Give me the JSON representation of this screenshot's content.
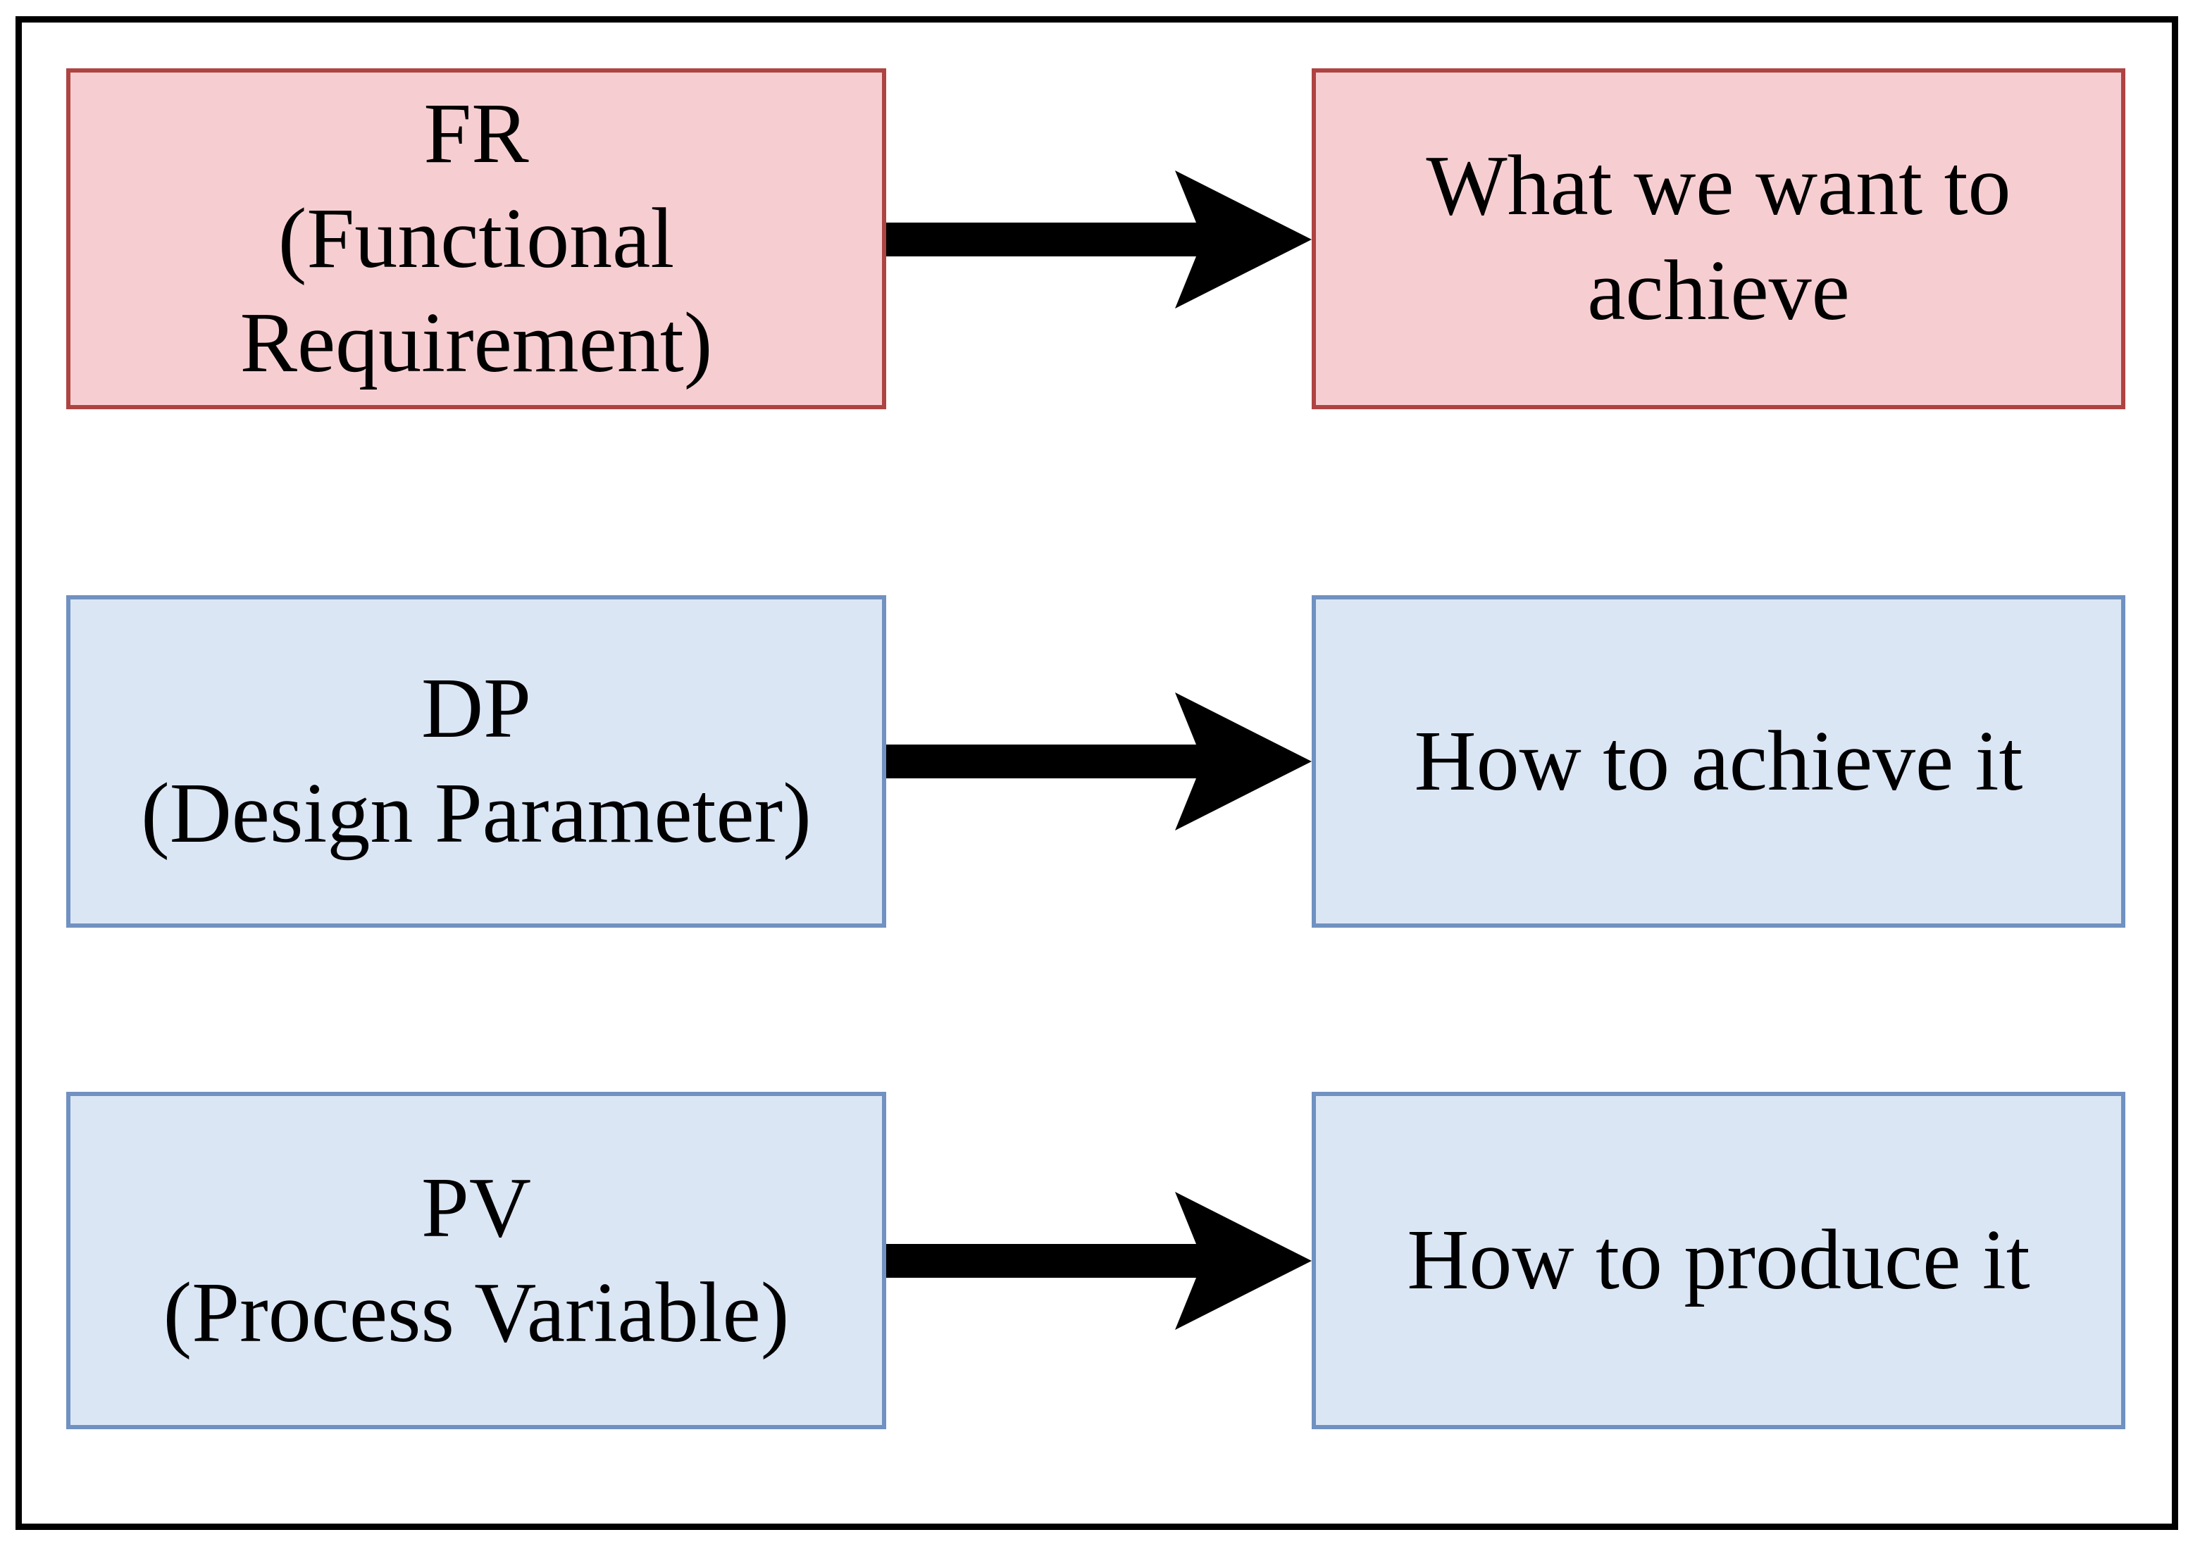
{
  "diagram": {
    "rows": [
      {
        "left": {
          "text": "FR\n(Functional\nRequirement)"
        },
        "right": {
          "text": "What we want to\nachieve"
        }
      },
      {
        "left": {
          "text": "DP\n(Design Parameter)"
        },
        "right": {
          "text": "How to achieve it"
        }
      },
      {
        "left": {
          "text": "PV\n(Process Variable)"
        },
        "right": {
          "text": "How to produce it"
        }
      }
    ],
    "colors": {
      "fr_fill": "#f6ced1",
      "fr_border": "#ae4442",
      "dp_pv_fill": "#dbe6f5",
      "dp_pv_border": "#7091c1",
      "arrow": "#000000",
      "frame": "#000000",
      "text": "#000000"
    }
  }
}
